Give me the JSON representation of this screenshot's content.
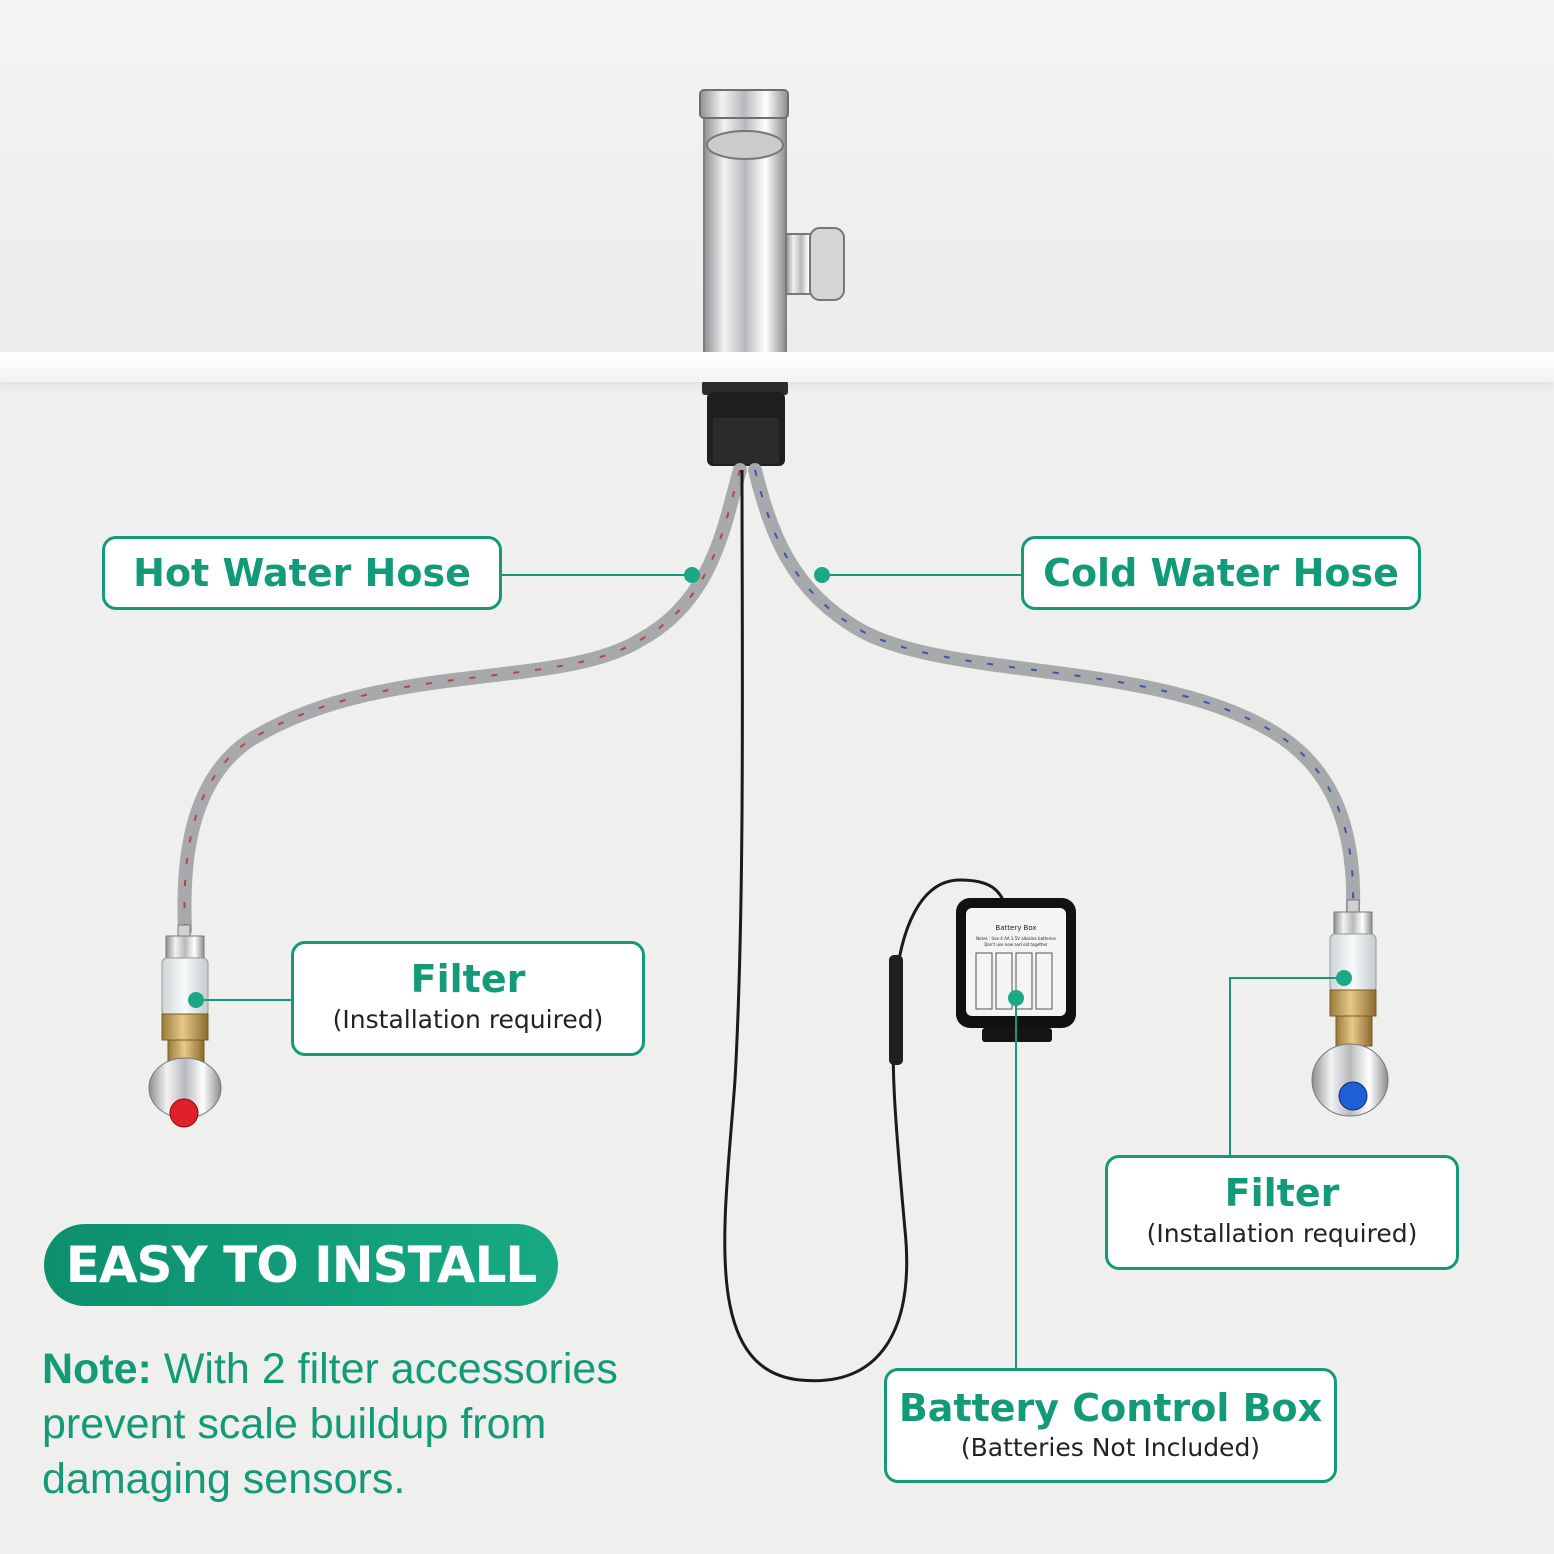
{
  "labels": {
    "hot_hose": "Hot Water Hose",
    "cold_hose": "Cold Water Hose",
    "filter_left": {
      "title": "Filter",
      "subtitle": "(Installation required)"
    },
    "filter_right": {
      "title": "Filter",
      "subtitle": "(Installation required)"
    },
    "battery_box": {
      "title": "Battery Control Box",
      "subtitle": "(Batteries Not Included)"
    }
  },
  "banner": {
    "text": "EASY TO INSTALL"
  },
  "note": {
    "prefix": "Note:",
    "text": " With 2 filter accessories prevent scale buildup from damaging sensors."
  },
  "battery_device": {
    "heading": "Battery Box",
    "notes_line1": "Notes : Use 4 AA 1.5V alkaline batteries",
    "notes_line2": "Don't use new and old together"
  },
  "colors": {
    "accent": "#139a78",
    "hot_valve": "#e0202a",
    "cold_valve": "#1f5fd6",
    "background": "#efefee"
  },
  "icons": [
    "faucet-icon",
    "hose-icon",
    "filter-icon",
    "valve-icon",
    "battery-box-icon",
    "cable-icon"
  ]
}
